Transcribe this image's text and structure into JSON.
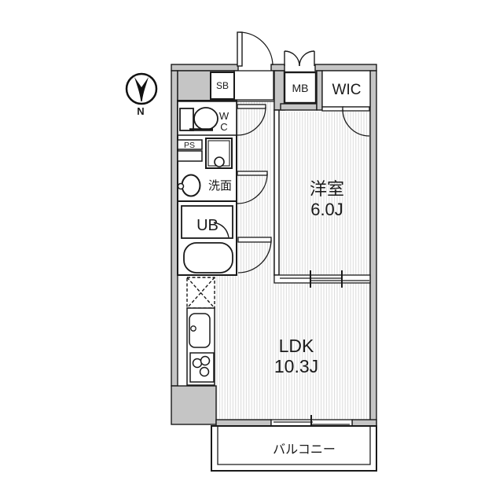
{
  "floorplan": {
    "compass": {
      "north": "N"
    },
    "entrance": {
      "shoe_box": "SB"
    },
    "storage": {
      "meter_box": "MB",
      "walk_in_closet": "WIC"
    },
    "sanitary": {
      "toilet_line1": "W",
      "toilet_line2": "C",
      "pipe_space": "PS",
      "washroom": "洗面",
      "unit_bath": "UB"
    },
    "rooms": {
      "bedroom": {
        "name": "洋室",
        "size": "6.0J"
      },
      "living": {
        "name": "LDK",
        "size": "10.3J"
      },
      "balcony": {
        "name": "バルコニー"
      }
    },
    "colors": {
      "wall_fill": "#c5c5c5",
      "outline": "#1a1a1a",
      "floor_hatch": "#dadada",
      "background": "#ffffff"
    }
  }
}
